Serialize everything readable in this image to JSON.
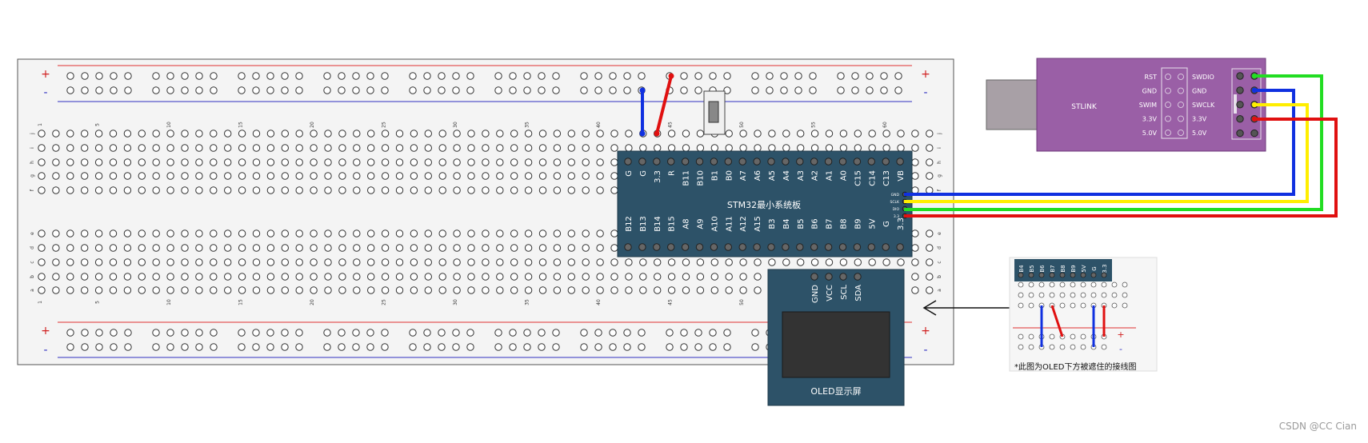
{
  "breadboard": {
    "rail_plus": "+",
    "rail_minus": "-",
    "column_numbers": [
      "1",
      "5",
      "10",
      "15",
      "20",
      "25",
      "30",
      "35",
      "40",
      "45",
      "50",
      "55",
      "60"
    ],
    "row_letters_top": [
      "j",
      "i",
      "h",
      "g",
      "f"
    ],
    "row_letters_bottom": [
      "e",
      "d",
      "c",
      "b",
      "a"
    ]
  },
  "stm32": {
    "title": "STM32最小系统板",
    "top_pins": [
      "G",
      "G",
      "3.3",
      "R",
      "B11",
      "B10",
      "B1",
      "B0",
      "A7",
      "A6",
      "A5",
      "A4",
      "A3",
      "A2",
      "A1",
      "A0",
      "C15",
      "C14",
      "C13",
      "VB"
    ],
    "bottom_pins": [
      "B12",
      "B13",
      "B14",
      "B15",
      "A8",
      "A9",
      "A10",
      "A11",
      "A12",
      "A15",
      "B3",
      "B4",
      "B5",
      "B6",
      "B7",
      "B8",
      "B9",
      "5V",
      "G",
      "3.3"
    ],
    "side_pins": [
      "GND",
      "SCLK",
      "DIO",
      "3.3"
    ]
  },
  "oled": {
    "pins": [
      "GND",
      "VCC",
      "SCL",
      "SDA"
    ],
    "title": "OLED显示屏"
  },
  "stlink": {
    "title": "STLINK",
    "left_labels": [
      "RST",
      "GND",
      "SWIM",
      "3.3V",
      "5.0V"
    ],
    "right_labels": [
      "SWDIO",
      "GND",
      "SWCLK",
      "3.3V",
      "5.0V"
    ]
  },
  "inset": {
    "pins": [
      "B4",
      "B5",
      "B6",
      "B7",
      "B8",
      "B9",
      "5V",
      "G",
      "3.3"
    ],
    "caption": "*此图为OLED下方被遮住的接线图",
    "rail_plus": "+",
    "rail_minus": "-"
  },
  "watermark": "CSDN @CC Cian",
  "colors": {
    "board": "#2d5268",
    "stlink": "#9a5fa6",
    "wire_blue": "#1030e0",
    "wire_red": "#e01010",
    "wire_green": "#22dd22",
    "wire_yellow": "#ffee00",
    "rail_red": "#e03030",
    "rail_blue": "#3030c0"
  }
}
